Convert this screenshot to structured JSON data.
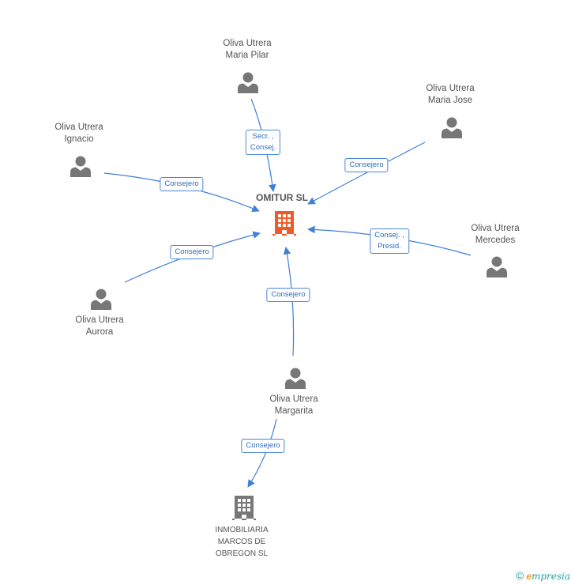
{
  "center": {
    "name": "OMITUR SL"
  },
  "persons": [
    {
      "id": "pilar",
      "name": "Oliva Utrera\nMaria Pilar",
      "role": "Secr. ,\nConsej."
    },
    {
      "id": "mjose",
      "name": "Oliva Utrera\nMaria Jose",
      "role": "Consejero"
    },
    {
      "id": "ignacio",
      "name": "Oliva Utrera\nIgnacio",
      "role": "Consejero"
    },
    {
      "id": "mercedes",
      "name": "Oliva Utrera\nMercedes",
      "role": "Consej. ,\nPresid."
    },
    {
      "id": "aurora",
      "name": "Oliva Utrera\nAurora",
      "role": "Consejero"
    },
    {
      "id": "margarita",
      "name": "Oliva Utrera\nMargarita",
      "role": "Consejero"
    }
  ],
  "other_company": {
    "name": "INMOBILIARIA\nMARCOS DE\nOBREGON SL",
    "role": "Consejero"
  },
  "footer": {
    "copyright": "©",
    "brand_first": "e",
    "brand_rest": "mpresia"
  },
  "colors": {
    "center_company": "#f05a28",
    "other_company": "#777777",
    "person": "#777777",
    "edge": "#3f7fd6"
  },
  "icons": {
    "person": "person-icon",
    "company": "building-icon"
  }
}
